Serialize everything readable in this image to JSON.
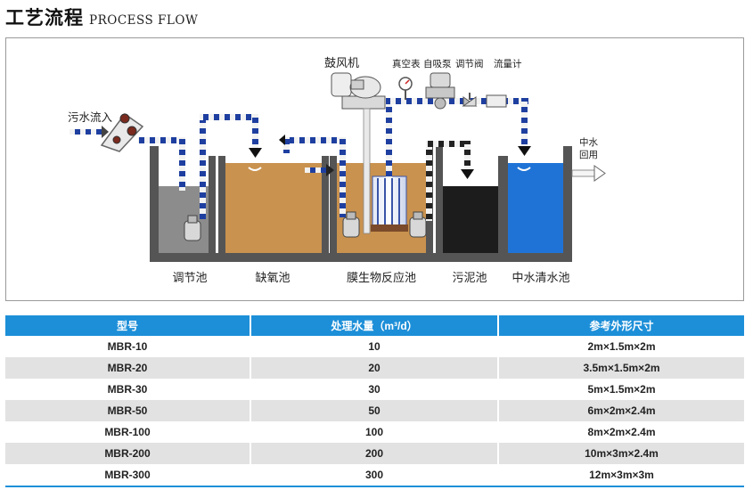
{
  "header": {
    "title_cn": "工艺流程",
    "title_en": "PROCESS FLOW"
  },
  "diagram": {
    "labels": {
      "inflow": "污水流入",
      "blower": "鼓风机",
      "vacuum_gauge": "真空表",
      "self_priming_pump": "自吸泵",
      "regulating_valve": "调节阀",
      "flow_meter": "流量计",
      "reuse_line1": "中水",
      "reuse_line2": "回用"
    },
    "tanks": [
      {
        "name": "调节池",
        "color": "#8c8c8c"
      },
      {
        "name": "缺氧池",
        "color": "#c9924f"
      },
      {
        "name": "膜生物反应池",
        "color": "#c9924f"
      },
      {
        "name": "污泥池",
        "color": "#1c1c1c"
      },
      {
        "name": "中水清水池",
        "color": "#1f73d6"
      }
    ],
    "colors": {
      "pipe_blue": "#1e3fa0",
      "pipe_white": "#f2f2f2",
      "wall": "#555555"
    }
  },
  "table": {
    "headers": [
      "型号",
      "处理水量（m³/d）",
      "参考外形尺寸"
    ],
    "rows": [
      [
        "MBR-10",
        "10",
        "2m×1.5m×2m"
      ],
      [
        "MBR-20",
        "20",
        "3.5m×1.5m×2m"
      ],
      [
        "MBR-30",
        "30",
        "5m×1.5m×2m"
      ],
      [
        "MBR-50",
        "50",
        "6m×2m×2.4m"
      ],
      [
        "MBR-100",
        "100",
        "8m×2m×2.4m"
      ],
      [
        "MBR-200",
        "200",
        "10m×3m×2.4m"
      ],
      [
        "MBR-300",
        "300",
        "12m×3m×3m"
      ]
    ],
    "header_color": "#1d8fd8",
    "stripe_color": "#e2e2e2"
  }
}
